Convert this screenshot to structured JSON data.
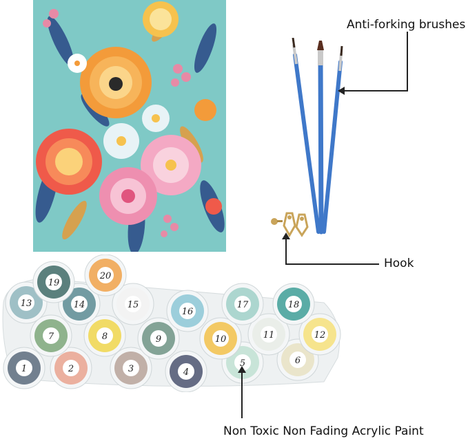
{
  "callouts": {
    "brushes": "Anti-forking brushes",
    "hook": "Hook",
    "paint": "Non Toxic Non Fading Acrylic Paint"
  },
  "paint_pots": [
    {
      "number": "1",
      "color": "#5a6b7d"
    },
    {
      "number": "2",
      "color": "#e9a38f"
    },
    {
      "number": "3",
      "color": "#b7a39a"
    },
    {
      "number": "4",
      "color": "#4b5470"
    },
    {
      "number": "5",
      "color": "#bfe0d2"
    },
    {
      "number": "6",
      "color": "#e8e2c3"
    },
    {
      "number": "7",
      "color": "#7da77a"
    },
    {
      "number": "8",
      "color": "#f0d64c"
    },
    {
      "number": "9",
      "color": "#6f9485"
    },
    {
      "number": "10",
      "color": "#f2c14a"
    },
    {
      "number": "11",
      "color": "#e7ece6"
    },
    {
      "number": "12",
      "color": "#f6e07a"
    },
    {
      "number": "13",
      "color": "#8fb6bd"
    },
    {
      "number": "14",
      "color": "#5b8b93"
    },
    {
      "number": "15",
      "color": "#f2f2f2"
    },
    {
      "number": "16",
      "color": "#8cc7d6"
    },
    {
      "number": "17",
      "color": "#9fd0c8"
    },
    {
      "number": "18",
      "color": "#3e9f98"
    },
    {
      "number": "19",
      "color": "#3f6b67"
    },
    {
      "number": "20",
      "color": "#f0a24a"
    }
  ]
}
